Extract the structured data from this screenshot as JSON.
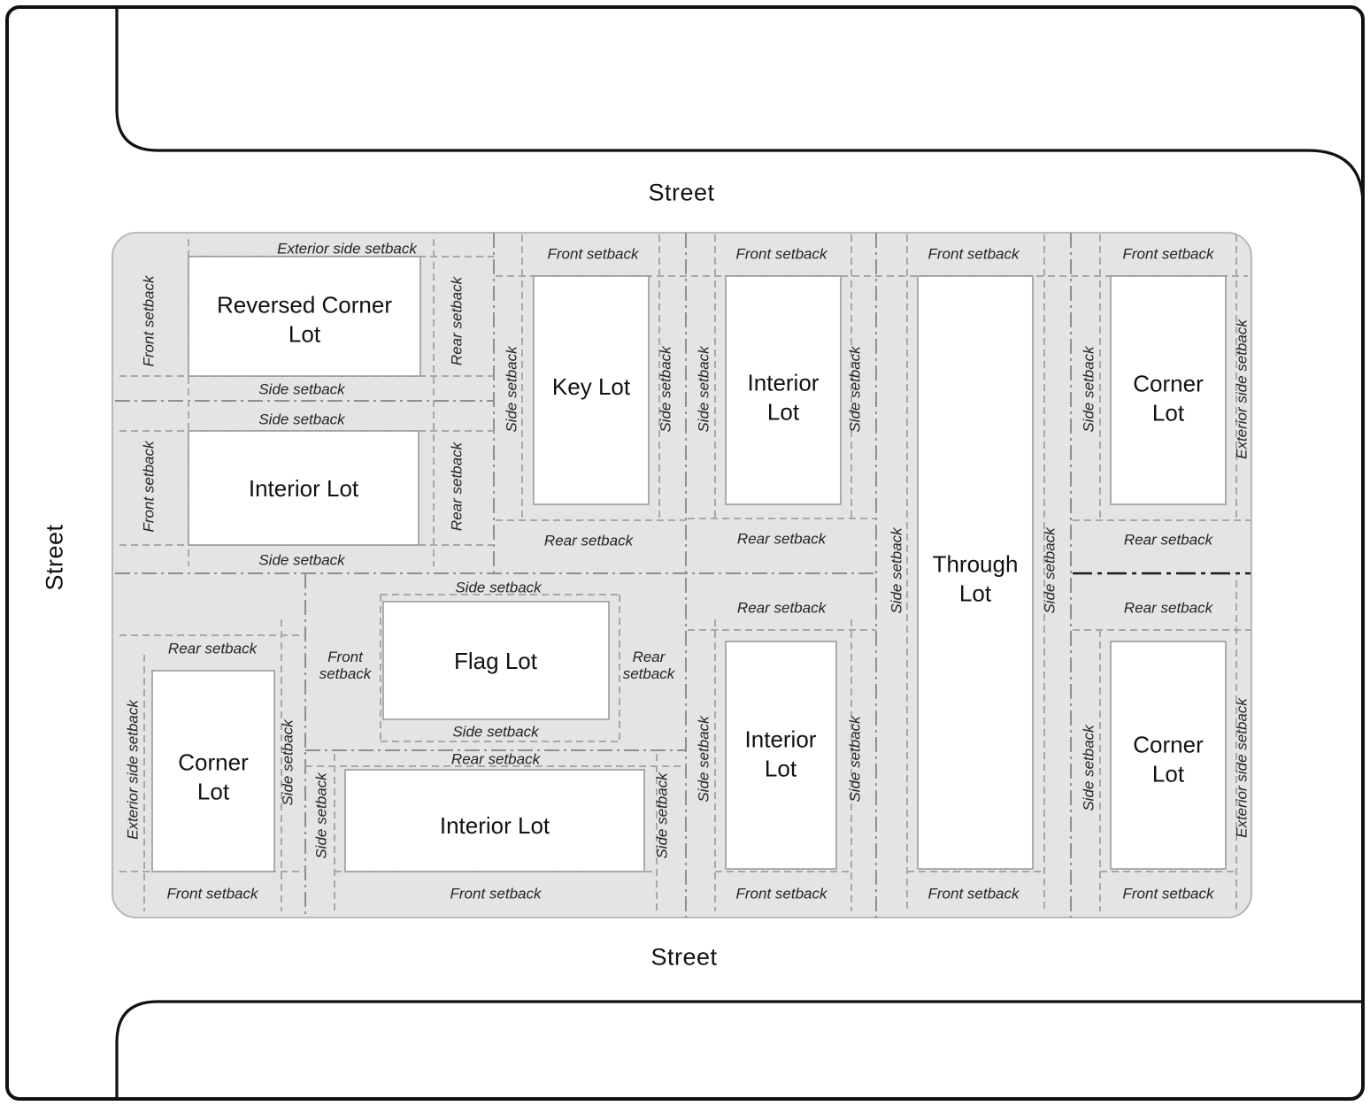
{
  "streets": {
    "top": "Street",
    "left": "Street",
    "bottom": "Street"
  },
  "lots": {
    "reversed_corner": "Reversed Corner Lot",
    "interior": "Interior Lot",
    "key": "Key Lot",
    "through": "Through Lot",
    "corner": "Corner Lot",
    "flag": "Flag Lot"
  },
  "setbacks": {
    "front": "Front setback",
    "rear": "Rear setback",
    "side": "Side setback",
    "exterior_side": "Exterior side setback"
  }
}
